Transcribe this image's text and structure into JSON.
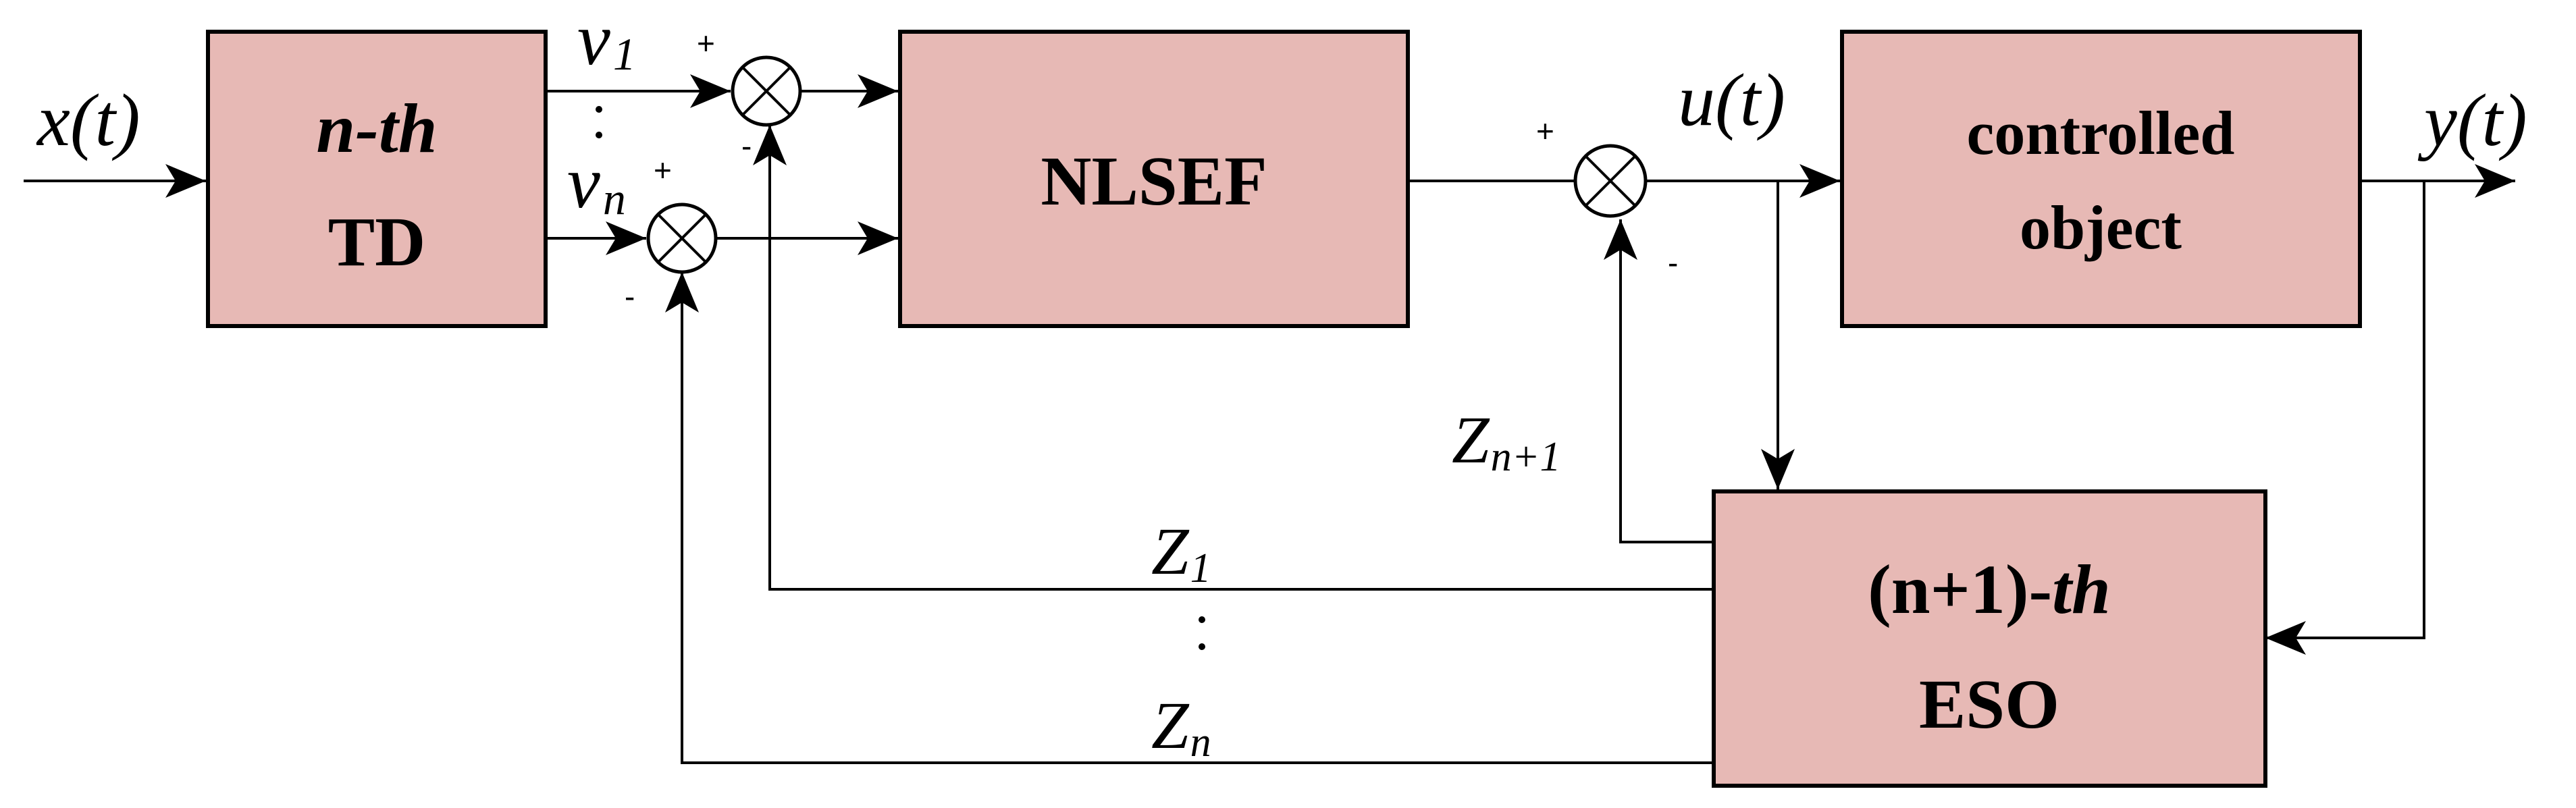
{
  "blocks": {
    "td": {
      "line1": "n-th",
      "line2": "TD"
    },
    "nlsef": {
      "label": "NLSEF"
    },
    "plant": {
      "line1": "controlled",
      "line2": "object"
    },
    "eso": {
      "line1_main": "(n+1)-",
      "line1_italic": "th",
      "line2": "ESO"
    }
  },
  "signals": {
    "input": "x(t)",
    "control": "u(t)",
    "output": "y(t)",
    "v1": {
      "base": "v",
      "sub": "1"
    },
    "vn": {
      "base": "v",
      "sub": "n"
    },
    "z1": {
      "base": "Z",
      "sub": "1"
    },
    "zn": {
      "base": "Z",
      "sub": "n"
    },
    "zn1": {
      "base": "Z",
      "sub": "n+1"
    }
  },
  "signs": {
    "plus": "+",
    "minus": "-"
  },
  "ellipsis": "·\n·"
}
